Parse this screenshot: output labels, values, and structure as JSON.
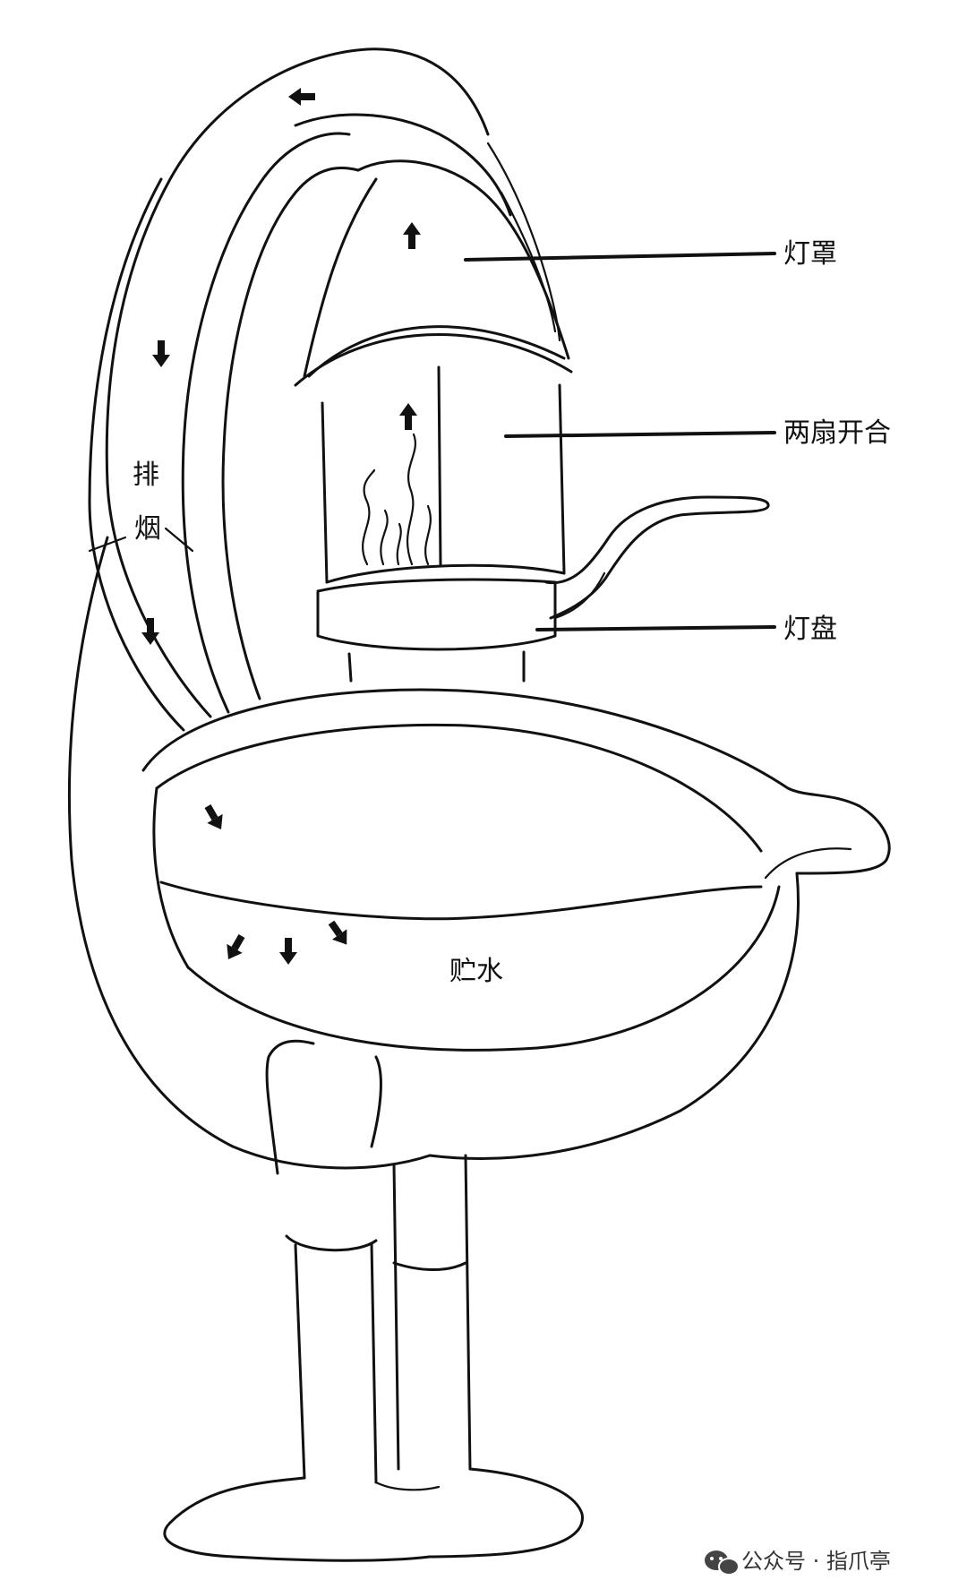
{
  "labels": {
    "lamp_shade": "灯罩",
    "two_leaf_doors": "两扇开合",
    "lamp_plate": "灯盘",
    "smoke_exhaust_1": "排",
    "smoke_exhaust_2": "烟",
    "water_storage": "贮水"
  },
  "watermark": {
    "text": "公众号 · 指爪亭",
    "icon": "wechat-icon"
  },
  "colors": {
    "ink": "#111111",
    "background": "#ffffff"
  }
}
